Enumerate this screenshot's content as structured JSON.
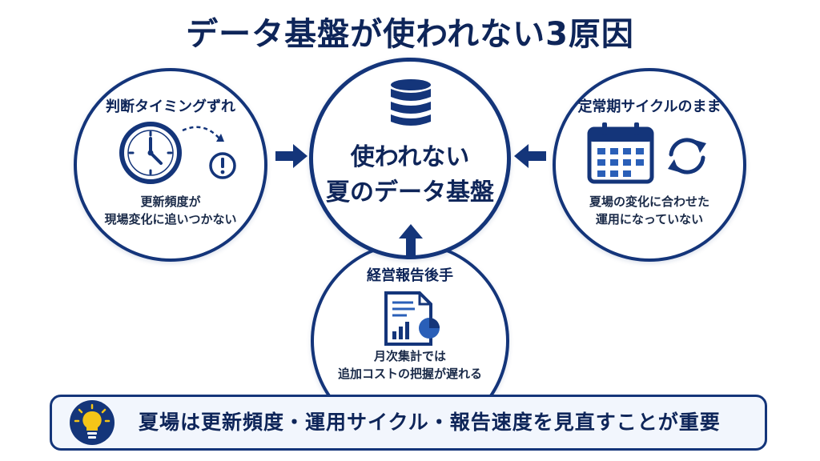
{
  "title": "データ基盤が使われない3原因",
  "center": {
    "line1": "使われない",
    "line2": "夏のデータ基盤",
    "icon": "database-icon"
  },
  "left": {
    "label": "判断タイミングずれ",
    "line1": "更新頻度が",
    "line2": "現場変化に追いつかない",
    "icons": [
      "clock-icon",
      "alert-icon"
    ]
  },
  "right": {
    "label": "定常期サイクルのまま",
    "line1": "夏場の変化に合わせた",
    "line2": "運用になっていない",
    "icons": [
      "calendar-icon",
      "refresh-icon"
    ]
  },
  "bottom": {
    "label": "経営報告後手",
    "line1": "月次集計では",
    "line2": "追加コストの把握が遅れる",
    "icon": "report-icon"
  },
  "footer": {
    "text": "夏場は更新頻度・運用サイクル・報告速度を見直すことが重要",
    "icon": "lightbulb-icon"
  },
  "colors": {
    "navy": "#14357a",
    "dark": "#0e2559",
    "bulb": "#f5c518"
  }
}
